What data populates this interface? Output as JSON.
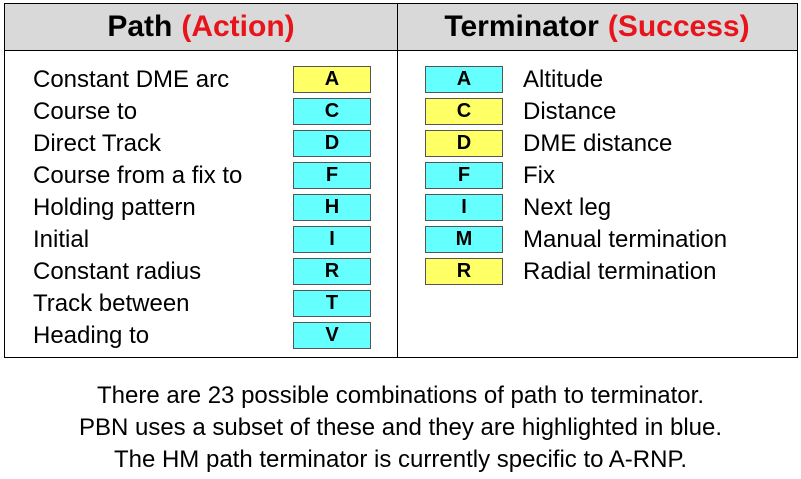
{
  "header": {
    "path_title": "Path",
    "path_accent": "(Action)",
    "term_title": "Terminator",
    "term_accent": "(Success)"
  },
  "colors": {
    "blue": "#66ffff",
    "yellow": "#ffff66",
    "accent": "#e8141b"
  },
  "paths": [
    {
      "label": "Constant DME arc",
      "code": "A",
      "color": "yellow"
    },
    {
      "label": "Course to",
      "code": "C",
      "color": "blue"
    },
    {
      "label": "Direct Track",
      "code": "D",
      "color": "blue"
    },
    {
      "label": "Course from a fix to",
      "code": "F",
      "color": "blue"
    },
    {
      "label": "Holding pattern",
      "code": "H",
      "color": "blue"
    },
    {
      "label": "Initial",
      "code": "I",
      "color": "blue"
    },
    {
      "label": "Constant radius",
      "code": "R",
      "color": "blue"
    },
    {
      "label": "Track between",
      "code": "T",
      "color": "blue"
    },
    {
      "label": "Heading to",
      "code": "V",
      "color": "blue"
    }
  ],
  "terminators": [
    {
      "label": "Altitude",
      "code": "A",
      "color": "blue"
    },
    {
      "label": "Distance",
      "code": "C",
      "color": "yellow"
    },
    {
      "label": "DME distance",
      "code": "D",
      "color": "yellow"
    },
    {
      "label": "Fix",
      "code": "F",
      "color": "blue"
    },
    {
      "label": "Next leg",
      "code": "I",
      "color": "blue"
    },
    {
      "label": "Manual termination",
      "code": "M",
      "color": "blue"
    },
    {
      "label": "Radial termination",
      "code": "R",
      "color": "yellow"
    }
  ],
  "caption": [
    "There are 23 possible combinations of path to terminator.",
    "PBN uses a subset of these and they are highlighted in blue.",
    "The HM path terminator is currently specific to A-RNP."
  ]
}
